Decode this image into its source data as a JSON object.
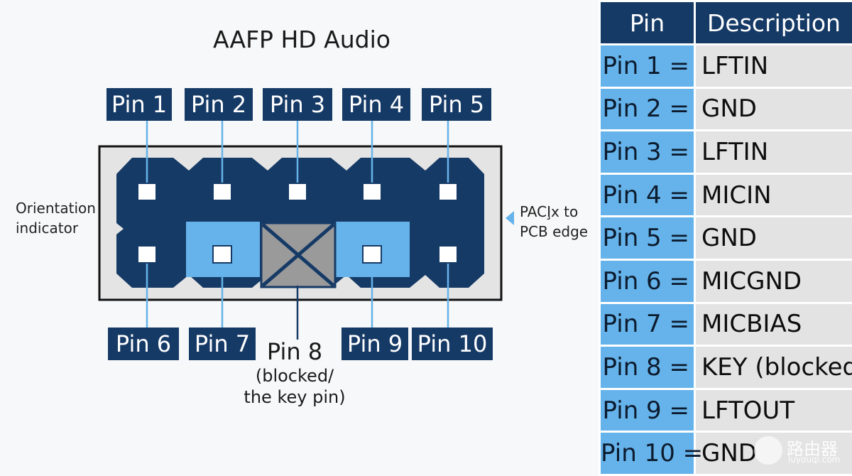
{
  "diagram": {
    "title": "AAFP HD Audio",
    "top_pins": [
      "Pin 1",
      "Pin 2",
      "Pin 3",
      "Pin 4",
      "Pin 5"
    ],
    "bottom_pins": [
      "Pin 6",
      "Pin 7",
      "Pin 9",
      "Pin 10"
    ],
    "key_pin": {
      "label": "Pin 8",
      "note_line1": "(blocked/",
      "note_line2": "the key pin)"
    },
    "orientation_note": [
      "Orientation",
      "indicator"
    ],
    "edge_note": [
      "PACI̧x to",
      "PCB edge"
    ],
    "colors": {
      "navy": "#163a66",
      "light_blue": "#65b3ea",
      "key_gray": "#9a9a9a",
      "housing": "#e4e4e4"
    }
  },
  "table": {
    "headers": [
      "Pin",
      "Description"
    ],
    "rows": [
      {
        "pin": "Pin 1 =",
        "desc": "LFTIN"
      },
      {
        "pin": "Pin 2 =",
        "desc": "GND"
      },
      {
        "pin": "Pin 3 =",
        "desc": "LFTIN"
      },
      {
        "pin": "Pin 4 =",
        "desc": "MICIN"
      },
      {
        "pin": "Pin 5 =",
        "desc": "GND"
      },
      {
        "pin": "Pin 6 =",
        "desc": "MICGND"
      },
      {
        "pin": "Pin 7 =",
        "desc": "MICBIAS"
      },
      {
        "pin": "Pin 8 =",
        "desc": "KEY (blocked)"
      },
      {
        "pin": "Pin 9 =",
        "desc": "LFTOUT"
      },
      {
        "pin": "Pin 10 =",
        "desc": "GND"
      }
    ]
  },
  "watermark": {
    "text": "路由器",
    "url": "luyouqi.com"
  }
}
